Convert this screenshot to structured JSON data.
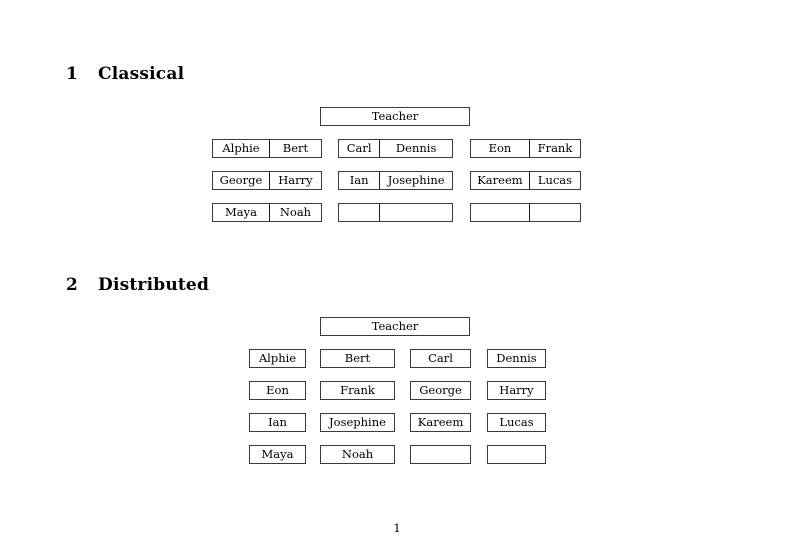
{
  "document": {
    "page_number": "1",
    "page_background": "#ffffff",
    "text_color": "#000000",
    "box_border_color": "#3a3a3a"
  },
  "sections": [
    {
      "number": "1",
      "title": "Classical",
      "teacher_label": "Teacher",
      "layout": "paired",
      "groups": [
        {
          "rows": [
            {
              "cells": [
                "Alphie",
                "Bert"
              ]
            },
            {
              "cells": [
                "George",
                "Harry"
              ]
            },
            {
              "cells": [
                "Maya",
                "Noah"
              ]
            }
          ]
        },
        {
          "rows": [
            {
              "cells": [
                "Carl",
                "Dennis"
              ]
            },
            {
              "cells": [
                "Ian",
                "Josephine"
              ]
            },
            {
              "cells": [
                "",
                ""
              ]
            }
          ]
        },
        {
          "rows": [
            {
              "cells": [
                "Eon",
                "Frank"
              ]
            },
            {
              "cells": [
                "Kareem",
                "Lucas"
              ]
            },
            {
              "cells": [
                "",
                ""
              ]
            }
          ]
        }
      ]
    },
    {
      "number": "2",
      "title": "Distributed",
      "teacher_label": "Teacher",
      "layout": "single",
      "rows": [
        {
          "cells": [
            "Alphie",
            "Bert",
            "Carl",
            "Dennis"
          ]
        },
        {
          "cells": [
            "Eon",
            "Frank",
            "George",
            "Harry"
          ]
        },
        {
          "cells": [
            "Ian",
            "Josephine",
            "Kareem",
            "Lucas"
          ]
        },
        {
          "cells": [
            "Maya",
            "Noah",
            "",
            ""
          ]
        }
      ]
    }
  ]
}
